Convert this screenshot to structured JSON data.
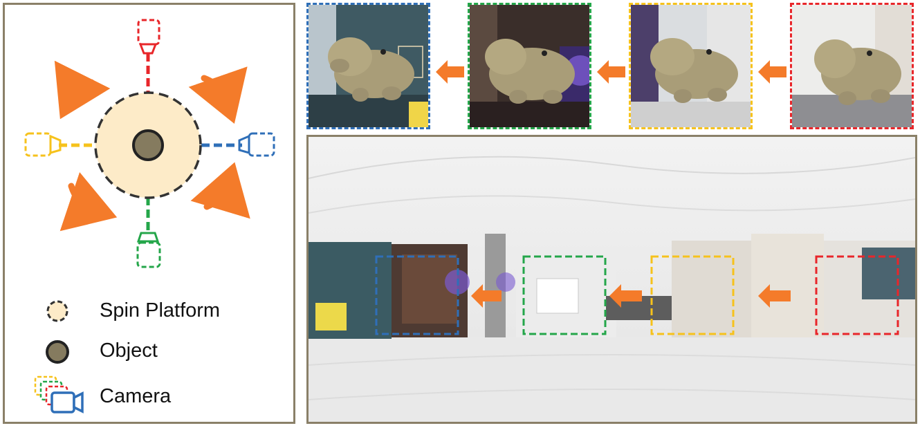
{
  "legend": {
    "spin_platform": "Spin Platform",
    "object": "Object",
    "camera": "Camera"
  },
  "colors": {
    "red": "#e8262a",
    "green": "#24a64a",
    "yellow": "#f6c21c",
    "blue": "#2f6fb8",
    "orange_arrow": "#f47b2a",
    "platform_fill": "#fdebc8",
    "object_fill": "#857b5f",
    "panel_border": "#8a8068"
  },
  "views": [
    {
      "name": "blue-view",
      "color": "blue"
    },
    {
      "name": "green-view",
      "color": "green"
    },
    {
      "name": "yellow-view",
      "color": "yellow"
    },
    {
      "name": "red-view",
      "color": "red"
    }
  ]
}
